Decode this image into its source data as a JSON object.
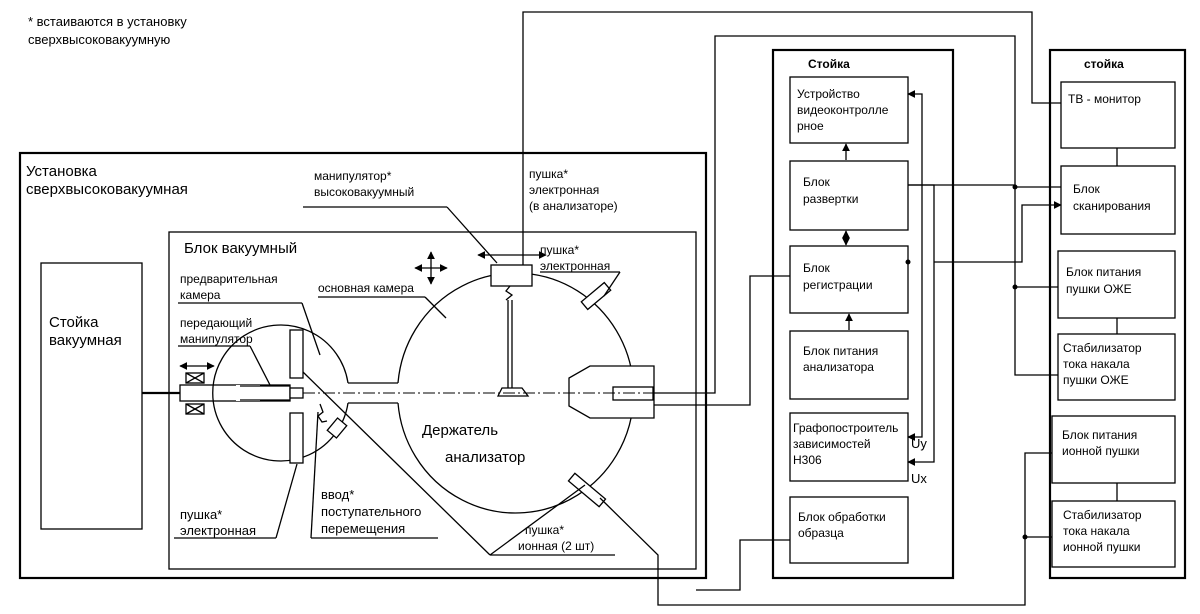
{
  "note": {
    "line1": "* встаиваются в установку",
    "line2": "сверхвысоковакуумную"
  },
  "installation": {
    "title_line1": "Установка",
    "title_line2": "сверхвысоковакуумная"
  },
  "vacuum_stand": {
    "line1": "Стойка",
    "line2": "вакуумная"
  },
  "vacuum_block": {
    "title": "Блок вакуумный",
    "prechamber_line1": "предварительная",
    "prechamber_line2": "камера",
    "transfer_manip_line1": "передающий",
    "transfer_manip_line2": "манипулятор",
    "main_chamber": "основная камера",
    "gun_left_line1": "пушка*",
    "gun_left_line2": "электронная",
    "input_line1": "ввод*",
    "input_line2": "поступательного",
    "input_line3": "перемещения",
    "holder_line1": "Держатель",
    "holder_line2": "анализатор",
    "ion_gun_line1": "пушка*",
    "ion_gun_line2": "ионная (2 шт)",
    "gun_right_line1": "пушка*",
    "gun_right_line2": "электронная"
  },
  "manipulator": {
    "line1": "манипулятор*",
    "line2": "высоковакуумный"
  },
  "analyzer_gun": {
    "line1": "пушка*",
    "line2": "электронная",
    "line3": "(в анализаторе)"
  },
  "rack1": {
    "title": "Стойка",
    "video_line1": "Устройство",
    "video_line2": "видеоконтролле",
    "video_line3": "рное",
    "sweep_line1": "Блок",
    "sweep_line2": "развертки",
    "reg_line1": "Блок",
    "reg_line2": "регистрации",
    "psu_line1": "Блок питания",
    "psu_line2": "анализатора",
    "plot_line1": "Графопостроитель",
    "plot_line2": "зависимостей",
    "plot_line3": "Н306",
    "uy": "Uy",
    "ux": "Ux",
    "proc_line1": "Блок обработки",
    "proc_line2": "образца"
  },
  "rack2": {
    "title": "стойка",
    "tv": "ТВ - монитор",
    "scan_line1": "Блок",
    "scan_line2": "сканирования",
    "auger_psu_line1": "Блок питания",
    "auger_psu_line2": "пушки ОЖЕ",
    "auger_stab_line1": "Стабилизатор",
    "auger_stab_line2": "тока накала",
    "auger_stab_line3": "пушки ОЖЕ",
    "ion_psu_line1": "Блок питания",
    "ion_psu_line2": "ионной пушки",
    "ion_stab_line1": "Стабилизатор",
    "ion_stab_line2": "тока накала",
    "ion_stab_line3": "ионной пушки"
  }
}
